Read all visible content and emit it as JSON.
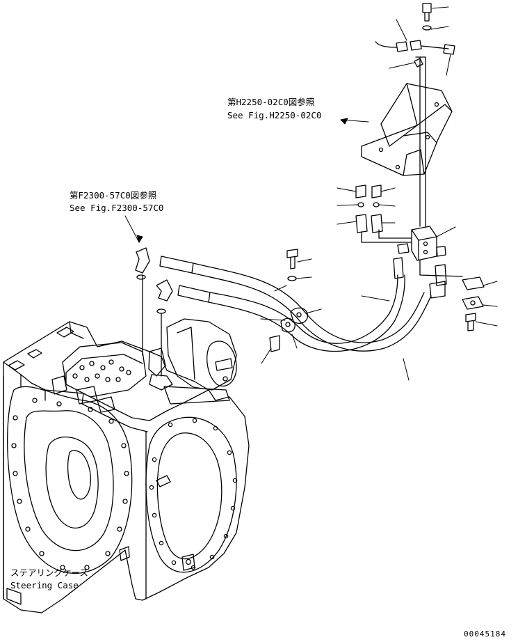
{
  "references": {
    "bracket_ref_jp": "第H2250-02C0図参照",
    "bracket_ref_en": "See Fig.H2250-02C0",
    "valve_ref_jp": "第F2300-57C0図参照",
    "valve_ref_en": "See Fig.F2300-57C0"
  },
  "case_label": {
    "jp": "ステアリングケース",
    "en": "Steering Case"
  },
  "drawing_number": "00045184"
}
